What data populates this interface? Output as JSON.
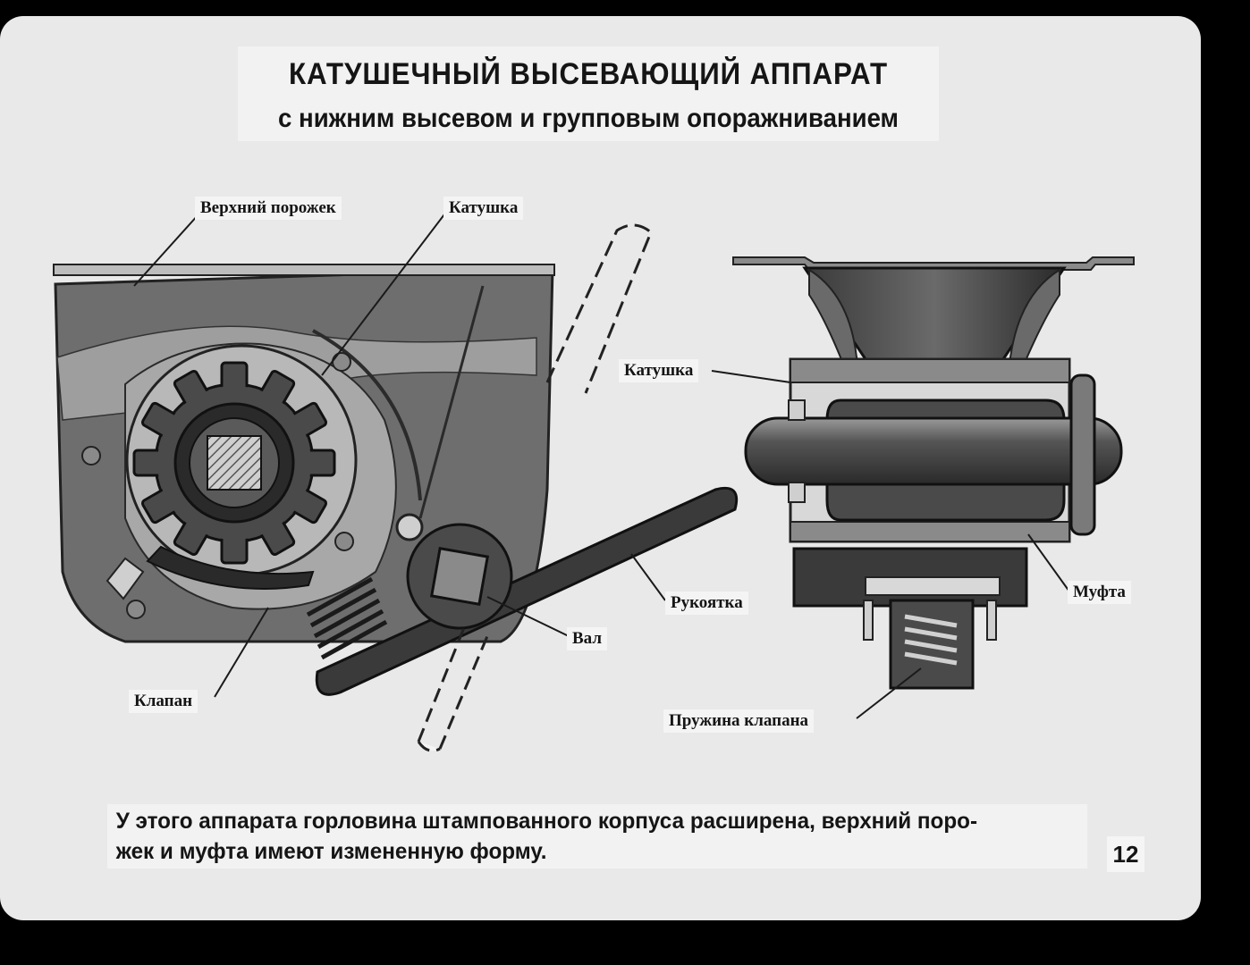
{
  "title": "КАТУШЕЧНЫЙ ВЫСЕВАЮЩИЙ АППАРАТ",
  "subtitle": "с нижним высевом и групповым опоражниванием",
  "labels": {
    "upper_threshold": "Верхний порожек",
    "coil_left": "Катушка",
    "coil_right": "Катушка",
    "handle": "Рукоятка",
    "shaft": "Вал",
    "valve": "Клапан",
    "coupling": "Муфта",
    "valve_spring": "Пружина клапана"
  },
  "caption_line1": "У этого аппарата горловина штампованного корпуса расширена, верхний поро-",
  "caption_line2": "жек и муфта имеют измененную форму.",
  "page_number": "12"
}
